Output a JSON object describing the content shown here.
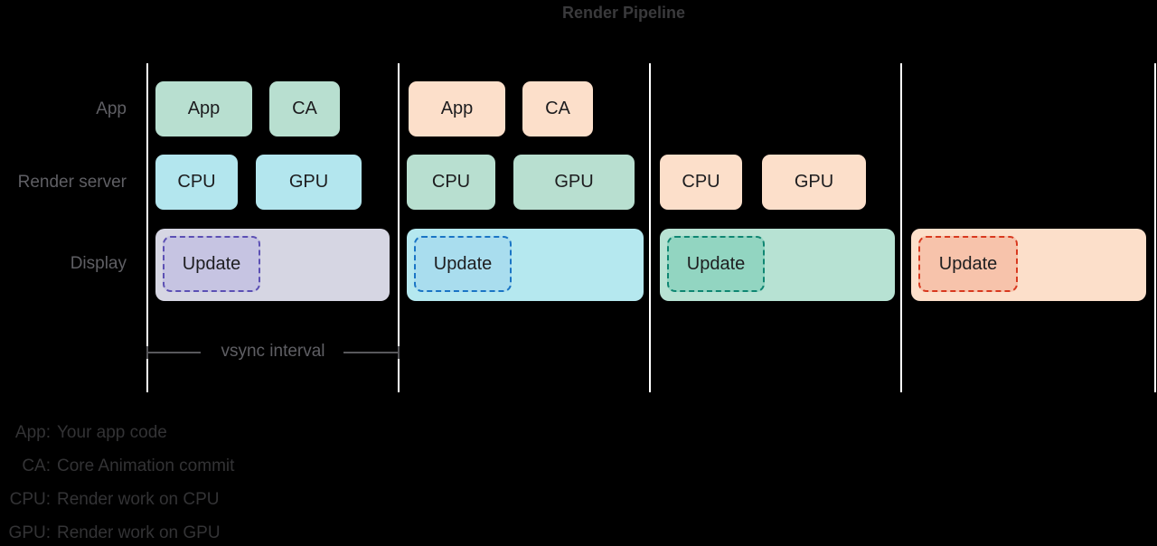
{
  "title": "Render Pipeline",
  "rows": {
    "app": "App",
    "render_server": "Render server",
    "display": "Display"
  },
  "vsync_label": "vsync interval",
  "palette": {
    "line": "#ffffff",
    "green": "#b8dfd0",
    "cyan": "#b3e6ee",
    "peach": "#fcdfca",
    "lavender_bar": "#d6d6e3",
    "lavender_update_fill": "#c6c4e2",
    "purple_border": "#5c50b4",
    "cyan_bar": "#b5e8ef",
    "cyan_update_fill": "#a9ddee",
    "blue_border": "#1a75c5",
    "green_bar": "#b7e2d3",
    "green_update_fill": "#92d5c1",
    "teal_border": "#0f8672",
    "peach_bar": "#fcdfca",
    "peach_update_fill": "#f7c3ab",
    "red_border": "#d8391f"
  },
  "frames": [
    {
      "app_label": "App",
      "ca_label": "CA",
      "cpu_label": "CPU",
      "gpu_label": "GPU",
      "update_label": "Update"
    },
    {
      "app_label": "App",
      "ca_label": "CA",
      "cpu_label": "CPU",
      "gpu_label": "GPU",
      "update_label": "Update"
    },
    {
      "cpu_label": "CPU",
      "gpu_label": "GPU",
      "update_label": "Update"
    },
    {
      "update_label": "Update"
    }
  ],
  "legend": [
    {
      "key": "App:",
      "text": "Your app code"
    },
    {
      "key": "CA:",
      "text": "Core Animation commit"
    },
    {
      "key": "CPU:",
      "text": "Render work on CPU"
    },
    {
      "key": "GPU:",
      "text": "Render work on GPU"
    }
  ]
}
